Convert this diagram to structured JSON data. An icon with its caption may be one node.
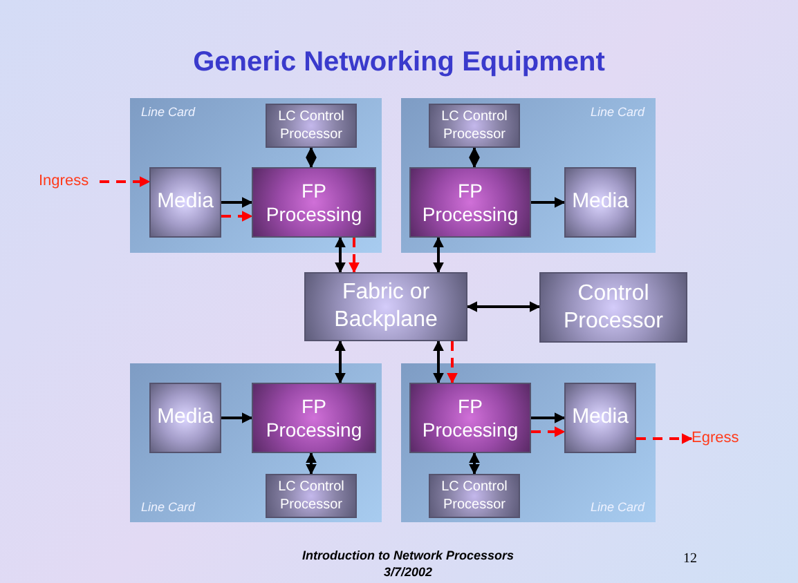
{
  "diagram": {
    "title": "Generic Networking Equipment",
    "nodes": [
      {
        "text": [
          "Line Card"
        ]
      },
      {
        "text": [
          "LC Control Processor"
        ],
        "in": 0
      },
      {
        "text": [
          "Media"
        ],
        "in": 0
      },
      {
        "text": [
          "FP Processing"
        ],
        "in": 0
      },
      {
        "text": [
          "Line Card"
        ]
      },
      {
        "text": [
          "LC Control Processor"
        ],
        "in": 4
      },
      {
        "text": [
          "FP Processing"
        ],
        "in": 4
      },
      {
        "text": [
          "Media"
        ],
        "in": 4
      },
      {
        "text": [
          "Fabric or Backplane"
        ]
      },
      {
        "text": [
          "Control Processor"
        ]
      },
      {
        "text": [
          "Line Card"
        ]
      },
      {
        "text": [
          "Media"
        ],
        "in": 10
      },
      {
        "text": [
          "FP Processing"
        ],
        "in": 10
      },
      {
        "text": [
          "LC Control Processor"
        ],
        "in": 10
      },
      {
        "text": [
          "Line Card"
        ]
      },
      {
        "text": [
          "FP Processing"
        ],
        "in": 14
      },
      {
        "text": [
          "Media"
        ],
        "in": 14
      },
      {
        "text": [
          "LC Control Processor"
        ],
        "in": 14
      },
      {
        "text": [
          "Ingress"
        ]
      },
      {
        "text": [
          "Egress"
        ]
      }
    ],
    "edges": [
      {
        "from": 1,
        "to": 3,
        "arrow": "both"
      },
      {
        "from": 5,
        "to": 6,
        "arrow": "both"
      },
      {
        "from": 13,
        "to": 12,
        "arrow": "both"
      },
      {
        "from": 17,
        "to": 15,
        "arrow": "both"
      },
      {
        "from": 2,
        "to": 3,
        "arrow": "to"
      },
      {
        "from": 6,
        "to": 7,
        "arrow": "to"
      },
      {
        "from": 11,
        "to": 12,
        "arrow": "to"
      },
      {
        "from": 15,
        "to": 16,
        "arrow": "to"
      },
      {
        "from": 8,
        "to": 3,
        "arrow": "both"
      },
      {
        "from": 8,
        "to": 6,
        "arrow": "both"
      },
      {
        "from": 8,
        "to": 12,
        "arrow": "both"
      },
      {
        "from": 8,
        "to": 15,
        "arrow": "both"
      },
      {
        "from": 9,
        "to": 8,
        "arrow": "both"
      },
      {
        "from": 18,
        "to": 2,
        "arrow": "to",
        "style": "dashed",
        "color": "#ff0000"
      },
      {
        "from": 2,
        "to": 3,
        "arrow": "to",
        "style": "dashed",
        "color": "#ff0000"
      },
      {
        "from": 3,
        "to": 8,
        "arrow": "to",
        "style": "dashed",
        "color": "#ff0000"
      },
      {
        "from": 8,
        "to": 15,
        "arrow": "to",
        "style": "dashed",
        "color": "#ff0000"
      },
      {
        "from": 15,
        "to": 16,
        "arrow": "to",
        "style": "dashed",
        "color": "#ff0000"
      },
      {
        "from": 16,
        "to": 19,
        "arrow": "to",
        "style": "dashed",
        "color": "#ff0000"
      }
    ],
    "labels": [
      "Introduction to Network Processors",
      "3/7/2002",
      "12"
    ]
  }
}
